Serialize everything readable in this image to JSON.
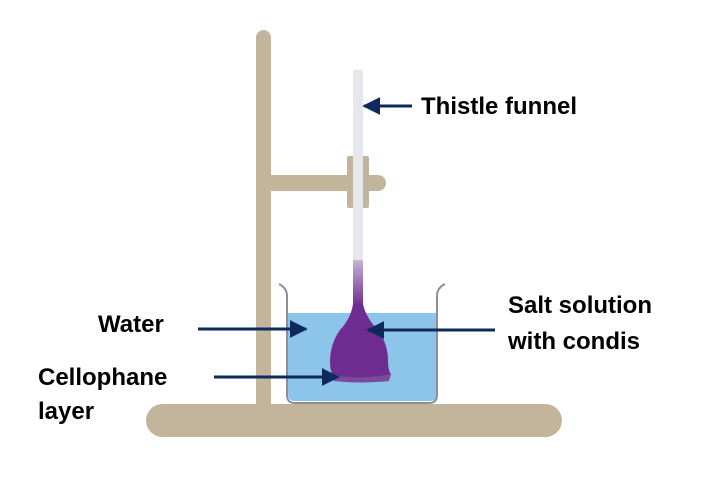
{
  "labels": {
    "thistle_funnel": "Thistle funnel",
    "water": "Water",
    "salt_solution_line1": "Salt solution",
    "salt_solution_line2": "with condis",
    "cellophane_line1": "Cellophane",
    "cellophane_line2": "layer"
  },
  "colors": {
    "stand": "#c2b59b",
    "water": "#8dc4ea",
    "beaker_outline": "#8a8f99",
    "solution": "#6f2d91",
    "funnel_tube": "#e5e7ea",
    "arrow": "#0e2a5c",
    "text": "#000000"
  }
}
